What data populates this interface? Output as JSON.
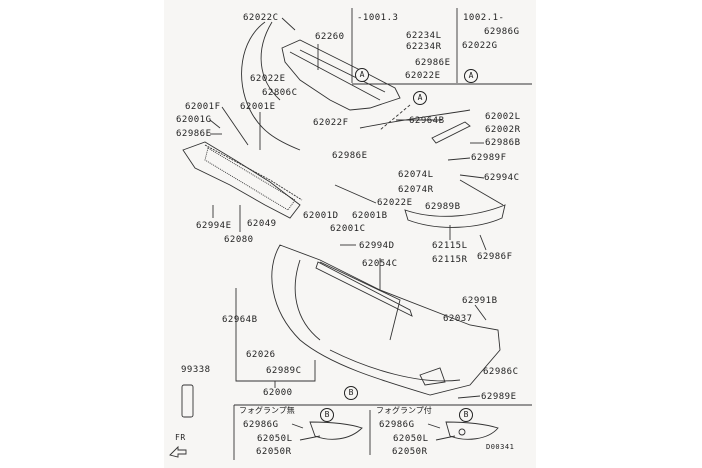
{
  "diagram": {
    "drawing_code": "D00341",
    "direction_label": "FR",
    "inset_top_left": {
      "range": "-1001.3",
      "parts": [
        "62234L",
        "62234R",
        "62986E",
        "62022E"
      ],
      "ref": "A"
    },
    "inset_top_right": {
      "range": "1002.1-",
      "parts": [
        "62986G",
        "62022G"
      ],
      "ref": "A"
    },
    "inset_bottom_left": {
      "title": "フォグランプ無",
      "parts": [
        "62986G",
        "62050L",
        "62050R"
      ],
      "ref": "B"
    },
    "inset_bottom_right": {
      "title": "フォグランプ付",
      "parts": [
        "62986G",
        "62050L",
        "62050R"
      ],
      "ref": "B"
    },
    "main_parts": [
      "62022C",
      "62260",
      "62022E",
      "62806C",
      "62001F",
      "62001E",
      "62001G",
      "62986E",
      "62022F",
      "62964B",
      "62002L",
      "62002R",
      "62986B",
      "62986E",
      "62989F",
      "62074L",
      "62074R",
      "62994C",
      "62022E",
      "62989B",
      "62001D",
      "62001B",
      "62994E",
      "62049",
      "62001C",
      "62080",
      "62994D",
      "62115L",
      "62115R",
      "62986F",
      "62054C",
      "62991B",
      "62964B",
      "62037",
      "62026",
      "99338",
      "62989C",
      "62986C",
      "62000",
      "62989E"
    ],
    "ref_A": "A",
    "ref_B": "B"
  }
}
